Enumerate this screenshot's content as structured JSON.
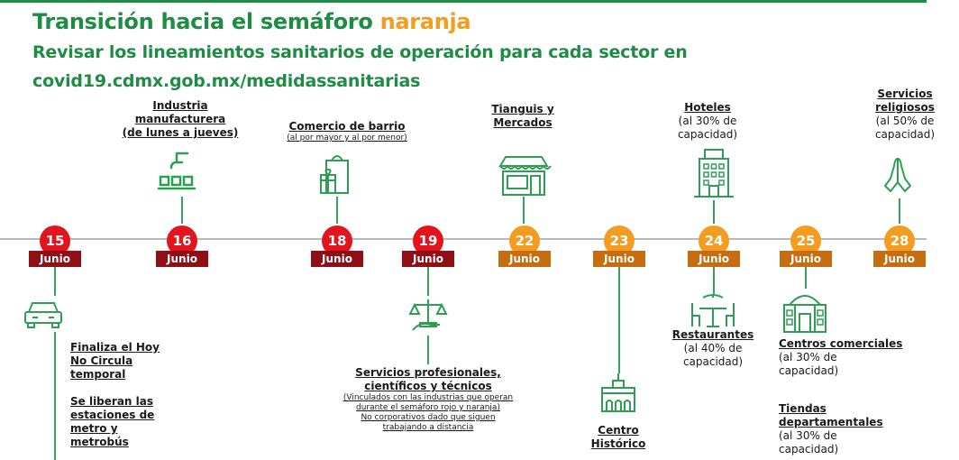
{
  "header": {
    "title_prefix": "Transición hacia el semáforo",
    "title_highlight": "naranja",
    "line2": "Revisar los lineamientos sanitarios de operación para cada sector en",
    "line3": "covid19.cdmx.gob.mx/medidassanitarias"
  },
  "dates": [
    {
      "day": "15",
      "month": "Junio"
    },
    {
      "day": "16",
      "month": "Junio"
    },
    {
      "day": "18",
      "month": "Junio"
    },
    {
      "day": "19",
      "month": "Junio"
    },
    {
      "day": "22",
      "month": "Junio"
    },
    {
      "day": "23",
      "month": "Junio"
    },
    {
      "day": "24",
      "month": "Junio"
    },
    {
      "day": "25",
      "month": "Junio"
    },
    {
      "day": "28",
      "month": "Junio"
    }
  ],
  "events": {
    "industria": {
      "l1": "Industria",
      "l2": "manufacturera",
      "l3": "(de lunes a jueves)"
    },
    "comercio": {
      "title": "Comercio de barrio",
      "note": "(al por mayor y al por menor)"
    },
    "tianguis": {
      "l1": "Tianguis y",
      "l2": "Mercados"
    },
    "hoteles": {
      "title": "Hoteles",
      "l1": "(al 30% de",
      "l2": "capacidad)"
    },
    "religiosos": {
      "l1": "Servicios",
      "l2": "religiosos",
      "l3": "(al 50% de",
      "l4": "capacidad)"
    },
    "hoy_no_circula": {
      "l1": "Finaliza el Hoy",
      "l2": "No Circula",
      "l3": "temporal"
    },
    "metro": {
      "l1": "Se liberan las",
      "l2": "estaciones de",
      "l3": "metro y",
      "l4": "metrobús"
    },
    "servicios": {
      "l1": "Servicios profesionales,",
      "l2": "científicos y técnicos",
      "n1": "(Vinculados con las industrias que operan",
      "n2": "durante el semáforo rojo y naranja)",
      "n3": "No corporativos dado que siguen",
      "n4": "trabajando a distancia"
    },
    "centro": {
      "l1": "Centro",
      "l2": "Histórico"
    },
    "restaurantes": {
      "title": "Restaurantes",
      "l1": "(al 40% de",
      "l2": "capacidad)"
    },
    "centros_comerciales": {
      "title": "Centros comerciales",
      "l1": "(al 30% de",
      "l2": "capacidad)"
    },
    "tiendas": {
      "l1": "Tiendas",
      "l2": "departamentales",
      "l3": "(al 30% de",
      "l4": "capacidad)"
    }
  },
  "colors": {
    "green": "#1f8c45",
    "highlight": "#f39c1f",
    "red": "#e3141d",
    "dark_red": "#8f0f16",
    "orange": "#f39c1f",
    "dark_orange": "#c56d10",
    "timeline": "#b9b9b9"
  },
  "icons": [
    "factory-icon",
    "gift-bag-icon",
    "market-stall-icon",
    "hotel-building-icon",
    "praying-hands-icon",
    "car-icon",
    "scales-of-justice-icon",
    "historic-building-icon",
    "restaurant-icon",
    "mall-building-icon"
  ]
}
